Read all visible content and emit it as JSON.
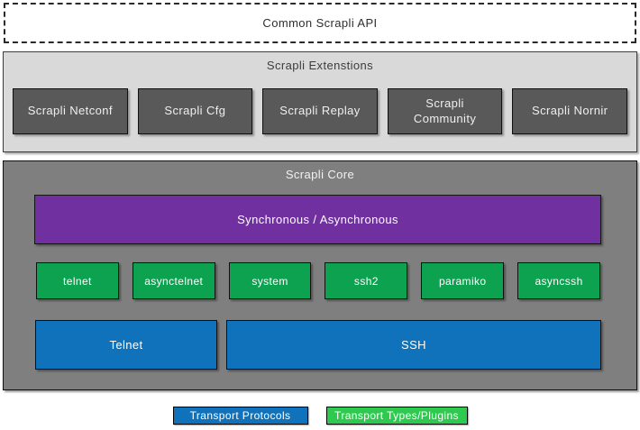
{
  "api_box": {
    "label": "Common Scrapli API"
  },
  "extensions": {
    "title": "Scrapli Extenstions",
    "items": [
      {
        "label": "Scrapli Netconf"
      },
      {
        "label": "Scrapli Cfg"
      },
      {
        "label": "Scrapli Replay"
      },
      {
        "label": "Scrapli Community"
      },
      {
        "label": "Scrapli Nornir"
      }
    ]
  },
  "core": {
    "title": "Scrapli Core",
    "sync_box_label": "Synchronous / Asynchronous",
    "transport_plugins": [
      {
        "label": "telnet"
      },
      {
        "label": "asynctelnet"
      },
      {
        "label": "system"
      },
      {
        "label": "ssh2"
      },
      {
        "label": "paramiko"
      },
      {
        "label": "asyncssh"
      }
    ],
    "transport_protocols": [
      {
        "label": "Telnet"
      },
      {
        "label": "SSH"
      }
    ]
  },
  "legend": {
    "protocols": {
      "label": "Transport Protocols",
      "color": "#0f72bb"
    },
    "types_plugins": {
      "label": "Transport Types/Plugins",
      "color": "#2ec94f"
    }
  },
  "colors": {
    "purple_sync_box": "#7030a0",
    "green_plugin_box": "#0da24f",
    "green_legend": "#2ec94f",
    "blue_protocol_box": "#0f72bb",
    "extensions_background": "#d9d9d9",
    "extension_box": "#595959",
    "core_background": "#7f7f7f"
  }
}
